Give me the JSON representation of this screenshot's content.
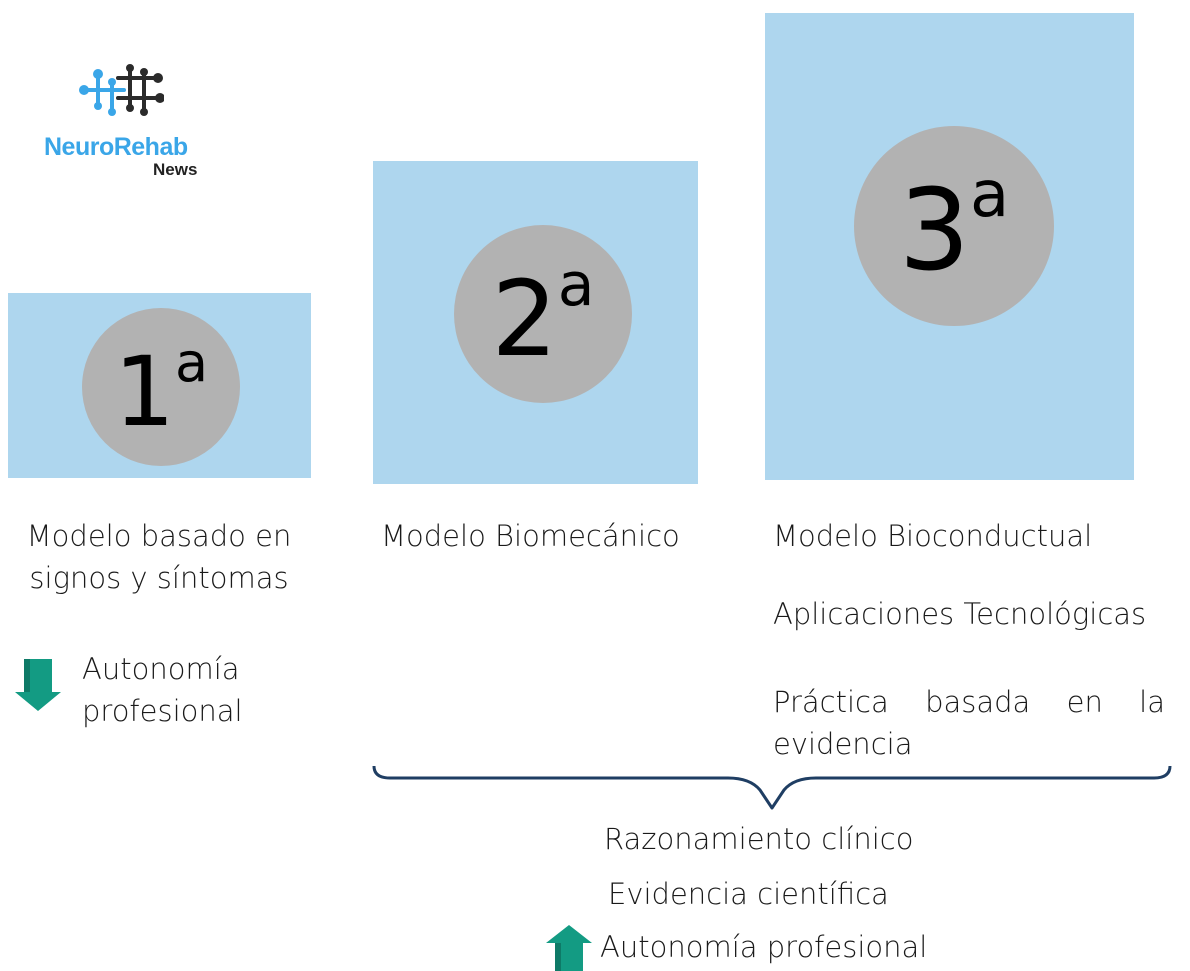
{
  "logo": {
    "name": "NeuroRehab",
    "sub": "News",
    "brand_color": "#3aa6e8"
  },
  "stages": [
    {
      "number": "1",
      "sup": "a",
      "label_lines": [
        "Modelo basado en",
        "signos y síntomas"
      ]
    },
    {
      "number": "2",
      "sup": "a",
      "label": "Modelo Biomecánico"
    },
    {
      "number": "3",
      "sup": "a",
      "label": "Modelo Bioconductual"
    }
  ],
  "stage3_extra": {
    "apps": "Aplicaciones Tecnológicas",
    "pbe_line1": "Práctica basada en la",
    "pbe_line2": "evidencia"
  },
  "autonomy_low": {
    "line1": "Autonomía",
    "line2": "profesional",
    "direction": "down"
  },
  "bracket_results": {
    "item1": "Razonamiento clínico",
    "item2": "Evidencia científica",
    "item3": "Autonomía profesional",
    "arrow_direction": "up"
  },
  "colors": {
    "box_fill": "#aed6ee",
    "circle_fill": "#b2b2b2",
    "arrow_fill": "#139b83",
    "bracket": "#1f3e63"
  }
}
